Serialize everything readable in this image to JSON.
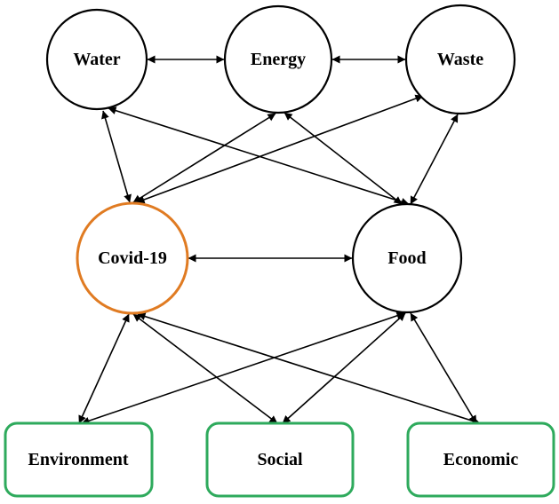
{
  "nodes": {
    "water": {
      "label": "Water",
      "shape": "circle",
      "stroke": "#000000"
    },
    "energy": {
      "label": "Energy",
      "shape": "circle",
      "stroke": "#000000"
    },
    "waste": {
      "label": "Waste",
      "shape": "circle",
      "stroke": "#000000"
    },
    "covid": {
      "label": "Covid-19",
      "shape": "circle",
      "stroke": "#e07b22"
    },
    "food": {
      "label": "Food",
      "shape": "circle",
      "stroke": "#000000"
    },
    "environment": {
      "label": "Environment",
      "shape": "rounded-rect",
      "stroke": "#2eaa5c"
    },
    "social": {
      "label": "Social",
      "shape": "rounded-rect",
      "stroke": "#2eaa5c"
    },
    "economic": {
      "label": "Economic",
      "shape": "rounded-rect",
      "stroke": "#2eaa5c"
    }
  },
  "edges": [
    {
      "from": "water",
      "to": "energy",
      "direction": "both"
    },
    {
      "from": "energy",
      "to": "waste",
      "direction": "both"
    },
    {
      "from": "covid",
      "to": "food",
      "direction": "both"
    },
    {
      "from": "water",
      "to": "covid",
      "direction": "both"
    },
    {
      "from": "water",
      "to": "food",
      "direction": "both"
    },
    {
      "from": "energy",
      "to": "covid",
      "direction": "both"
    },
    {
      "from": "energy",
      "to": "food",
      "direction": "both"
    },
    {
      "from": "waste",
      "to": "covid",
      "direction": "both"
    },
    {
      "from": "waste",
      "to": "food",
      "direction": "both"
    },
    {
      "from": "covid",
      "to": "environment",
      "direction": "both"
    },
    {
      "from": "covid",
      "to": "social",
      "direction": "both"
    },
    {
      "from": "covid",
      "to": "economic",
      "direction": "both"
    },
    {
      "from": "food",
      "to": "environment",
      "direction": "both"
    },
    {
      "from": "food",
      "to": "social",
      "direction": "both"
    },
    {
      "from": "food",
      "to": "economic",
      "direction": "both"
    }
  ]
}
